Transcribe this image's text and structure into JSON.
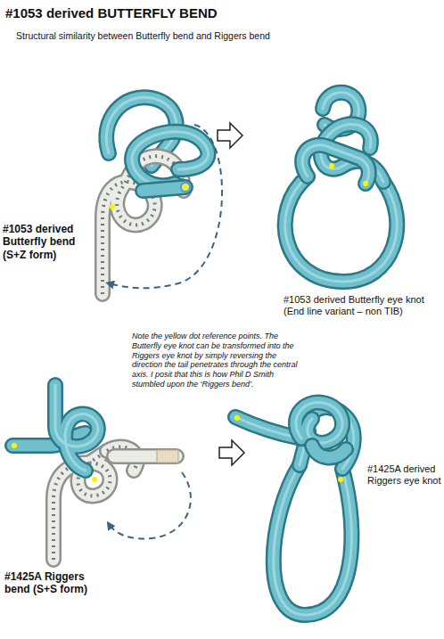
{
  "diagram": {
    "title": "#1053 derived BUTTERFLY BEND",
    "labels": [
      "Structural similarity between Butterfly bend and Riggers bend",
      "#1053 derived Butterfly bend (S+Z form)",
      "#1053 derived Butterfly eye knot (End line variant – non TIB)",
      "Note the yellow dot reference points. The Butterfly eye knot can be transformed into the Riggers eye knot by simply reversing the direction the tail penetrates through the central axis. I posit that this is how Phil D Smith stumbled upon the ‘Riggers bend’.",
      "#1425A derived Riggers eye knot",
      "#1425A Riggers bend (S+S form)"
    ]
  }
}
